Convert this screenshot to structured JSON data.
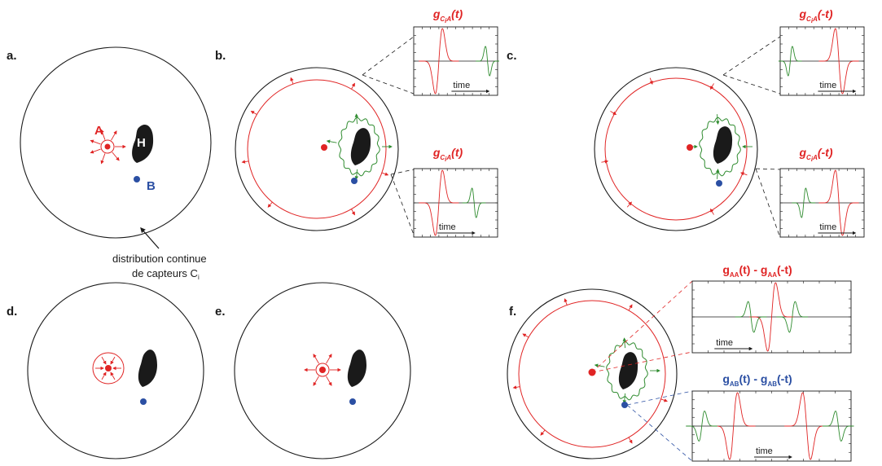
{
  "colors": {
    "red": "#e02424",
    "green": "#2e8b2e",
    "blue": "#2b4fa3",
    "black": "#1a1a1a"
  },
  "panels": {
    "a": {
      "label": "a.",
      "source_label": "A",
      "receiver_label": "B",
      "scatterer_label": "H"
    },
    "b": {
      "label": "b.",
      "title_top": "g",
      "title_top_sub": "C",
      "title_top_sub2": "i",
      "title_top_sub3": "A",
      "title_top_arg": "(t)",
      "title_bottom_arg": "(t)"
    },
    "c": {
      "label": "c.",
      "title_top_arg": "(-t)",
      "title_bottom_arg": "(-t)"
    },
    "d": {
      "label": "d."
    },
    "e": {
      "label": "e."
    },
    "f": {
      "label": "f.",
      "title_red_main": "g",
      "title_red_sub": "AA",
      "title_red_rest": "(t) - g",
      "title_red_sub2": "AA",
      "title_red_end": "(-t)",
      "title_blue_main": "g",
      "title_blue_sub": "AB",
      "title_blue_rest": "(t) - g",
      "title_blue_sub2": "AB",
      "title_blue_end": "(-t)"
    }
  },
  "annotation": {
    "line1": "distribution continue",
    "line2": "de capteurs C",
    "line2_sub": "i"
  },
  "plot": {
    "xlabel": "time"
  }
}
